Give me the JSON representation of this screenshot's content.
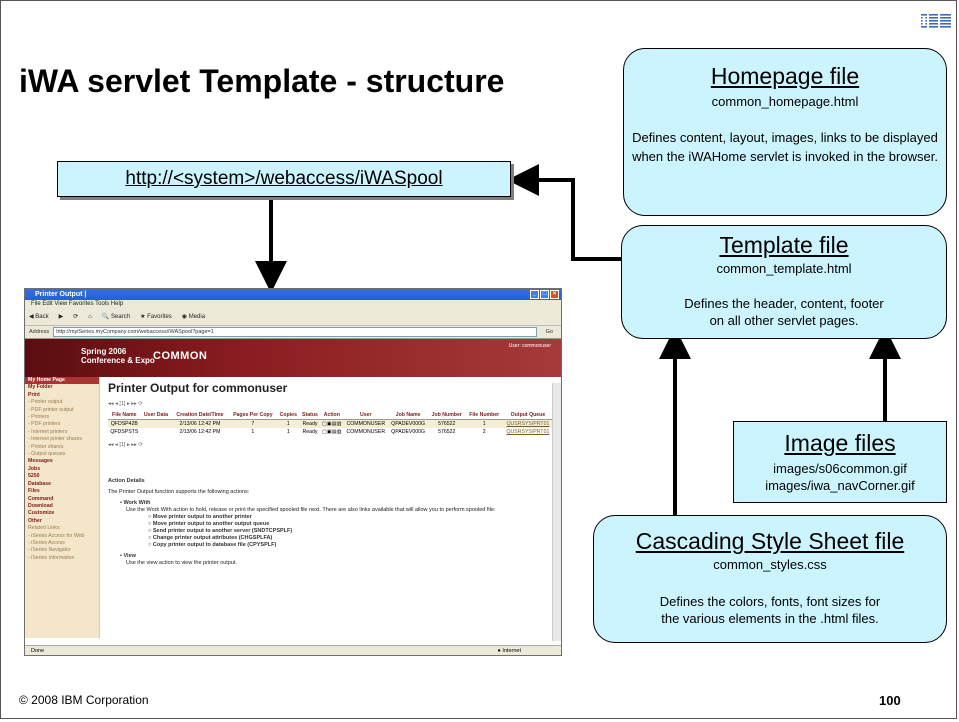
{
  "slide": {
    "title": "iWA servlet Template - structure",
    "footer": "© 2008 IBM Corporation",
    "page_number": "100",
    "logo_text": "IBM"
  },
  "url_box": {
    "text": "http://<system>/webaccess/iWASpool"
  },
  "homepage_box": {
    "heading": "Homepage file",
    "filename": "common_homepage.html",
    "description": "Defines content, layout, images, links to be displayed when the iWAHome servlet is invoked in the browser."
  },
  "template_box": {
    "heading": "Template file",
    "filename": "common_template.html",
    "description_line1": "Defines the header, content, footer",
    "description_line2": "on all other servlet pages."
  },
  "image_box": {
    "heading": "Image files",
    "file1": "images/s06common.gif",
    "file2": "images/iwa_navCorner.gif"
  },
  "css_box": {
    "heading": "Cascading Style Sheet file",
    "filename": "common_styles.css",
    "description_line1": "Defines the colors, fonts, font sizes for",
    "description_line2": "the various elements in the .html files."
  },
  "screenshot": {
    "window_title": "Printer Output |",
    "menu": "File   Edit   View   Favorites   Tools   Help",
    "toolbar": [
      "Back",
      "Search",
      "Favorites",
      "Media"
    ],
    "address_label": "Address",
    "address": "http://myiSeries.myCompany.com/webaccess/iWASpool?page=1",
    "go_label": "Go",
    "banner_event_line1": "Spring 2006",
    "banner_event_line2": "Conference & Expo",
    "banner_brand": "COMMON",
    "banner_user": "User: commonuser",
    "page_heading": "Printer Output for commonuser",
    "pager": "[1]",
    "sidebar": [
      {
        "label": "My Home Page",
        "style": "sh"
      },
      {
        "label": "My Folder",
        "style": "bold"
      },
      {
        "label": "Print",
        "style": "bold"
      },
      {
        "label": "- Printer output",
        "style": "grey"
      },
      {
        "label": "- PDF printer output",
        "style": "grey"
      },
      {
        "label": "- Printers",
        "style": "grey"
      },
      {
        "label": "- PDF printers",
        "style": "grey"
      },
      {
        "label": "- Internet printers",
        "style": "grey"
      },
      {
        "label": "- Internet printer shares",
        "style": "grey"
      },
      {
        "label": "- Printer shares",
        "style": "grey"
      },
      {
        "label": "- Output queues",
        "style": "grey"
      },
      {
        "label": "Messages",
        "style": "bold"
      },
      {
        "label": "Jobs",
        "style": "bold"
      },
      {
        "label": "5250",
        "style": "bold"
      },
      {
        "label": "Database",
        "style": "bold"
      },
      {
        "label": "Files",
        "style": "bold"
      },
      {
        "label": "Command",
        "style": "bold"
      },
      {
        "label": "Download",
        "style": "bold"
      },
      {
        "label": "Customize",
        "style": "bold"
      },
      {
        "label": "Other",
        "style": "bold"
      },
      {
        "label": "",
        "style": ""
      },
      {
        "label": "Related Links:",
        "style": "grey"
      },
      {
        "label": "- iSeries Access for Web",
        "style": "grey"
      },
      {
        "label": "- iSeries Access",
        "style": "grey"
      },
      {
        "label": "- iSeries Navigator",
        "style": "grey"
      },
      {
        "label": "- iSeries Information",
        "style": "grey"
      }
    ],
    "table_headers": [
      "File Name",
      "User Data",
      "Creation Date/Time",
      "Pages Per Copy",
      "Copies",
      "Status",
      "Action",
      "User",
      "Job Name",
      "Job Number",
      "File Number",
      "Output Queue"
    ],
    "table_rows": [
      [
        "QFDSP42B",
        "",
        "2/13/06 12:42 PM",
        "7",
        "1",
        "Ready",
        "",
        "COMMONUSER",
        "QPADEV000G",
        "576522",
        "1",
        "QUSRSYS/PRT01"
      ],
      [
        "QFDSPSTS",
        "",
        "2/13/06 12:42 PM",
        "1",
        "1",
        "Ready",
        "",
        "COMMONUSER",
        "QPADEV000G",
        "576522",
        "2",
        "QUSRSYS/PRT01"
      ]
    ],
    "action_details_title": "Action Details",
    "action_details_intro": "The Printer Output function supports the following actions:",
    "work_with_title": "Work With",
    "work_with_text": "Use the Work With action to hold, release or print the specified spooled file next. There are also links available that will allow you to perform spooled file:",
    "work_with_items": [
      "Move printer output to another printer",
      "Move printer output to another output queue",
      "Send printer output to another server (SNDTCPSPLF)",
      "Change printer output attributes (CHGSPLFA)",
      "Copy printer output to database file (CPYSPLF)"
    ],
    "view_title": "View",
    "view_text": "Use the view action to view the printer output.",
    "status_left": "Done",
    "status_right": "Internet"
  }
}
